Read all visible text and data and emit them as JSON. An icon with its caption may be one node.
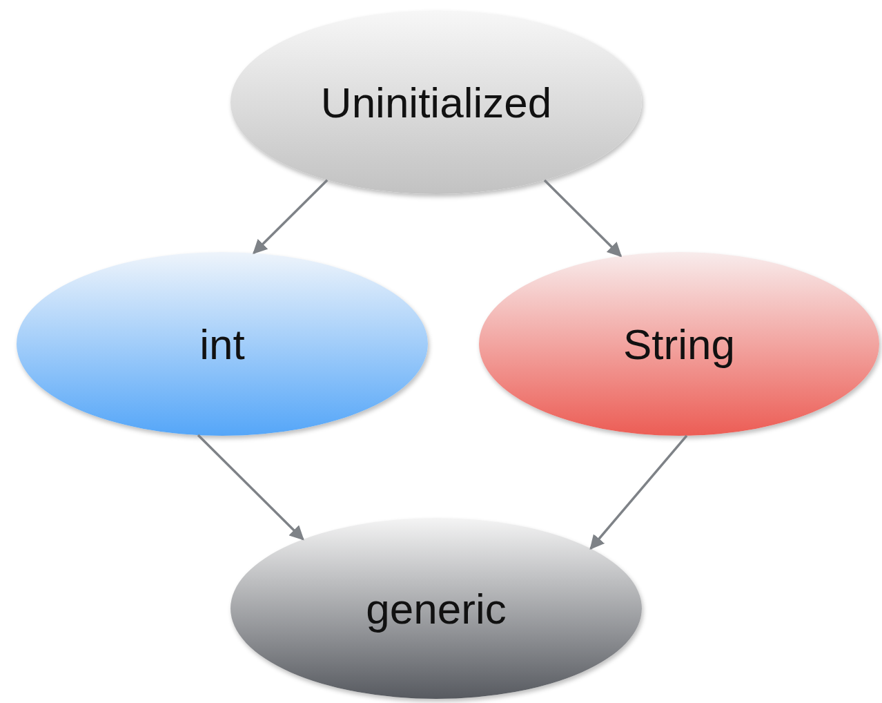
{
  "diagram": {
    "nodes": [
      {
        "text": [
          "Uninitialized"
        ]
      },
      {
        "text": [
          "int"
        ]
      },
      {
        "text": [
          "String"
        ]
      },
      {
        "text": [
          "generic"
        ]
      }
    ],
    "edges": [
      {
        "from": 0,
        "to": 1,
        "arrow": "to"
      },
      {
        "from": 0,
        "to": 2,
        "arrow": "to"
      },
      {
        "from": 1,
        "to": 3,
        "arrow": "to"
      },
      {
        "from": 2,
        "to": 3,
        "arrow": "to"
      }
    ]
  }
}
